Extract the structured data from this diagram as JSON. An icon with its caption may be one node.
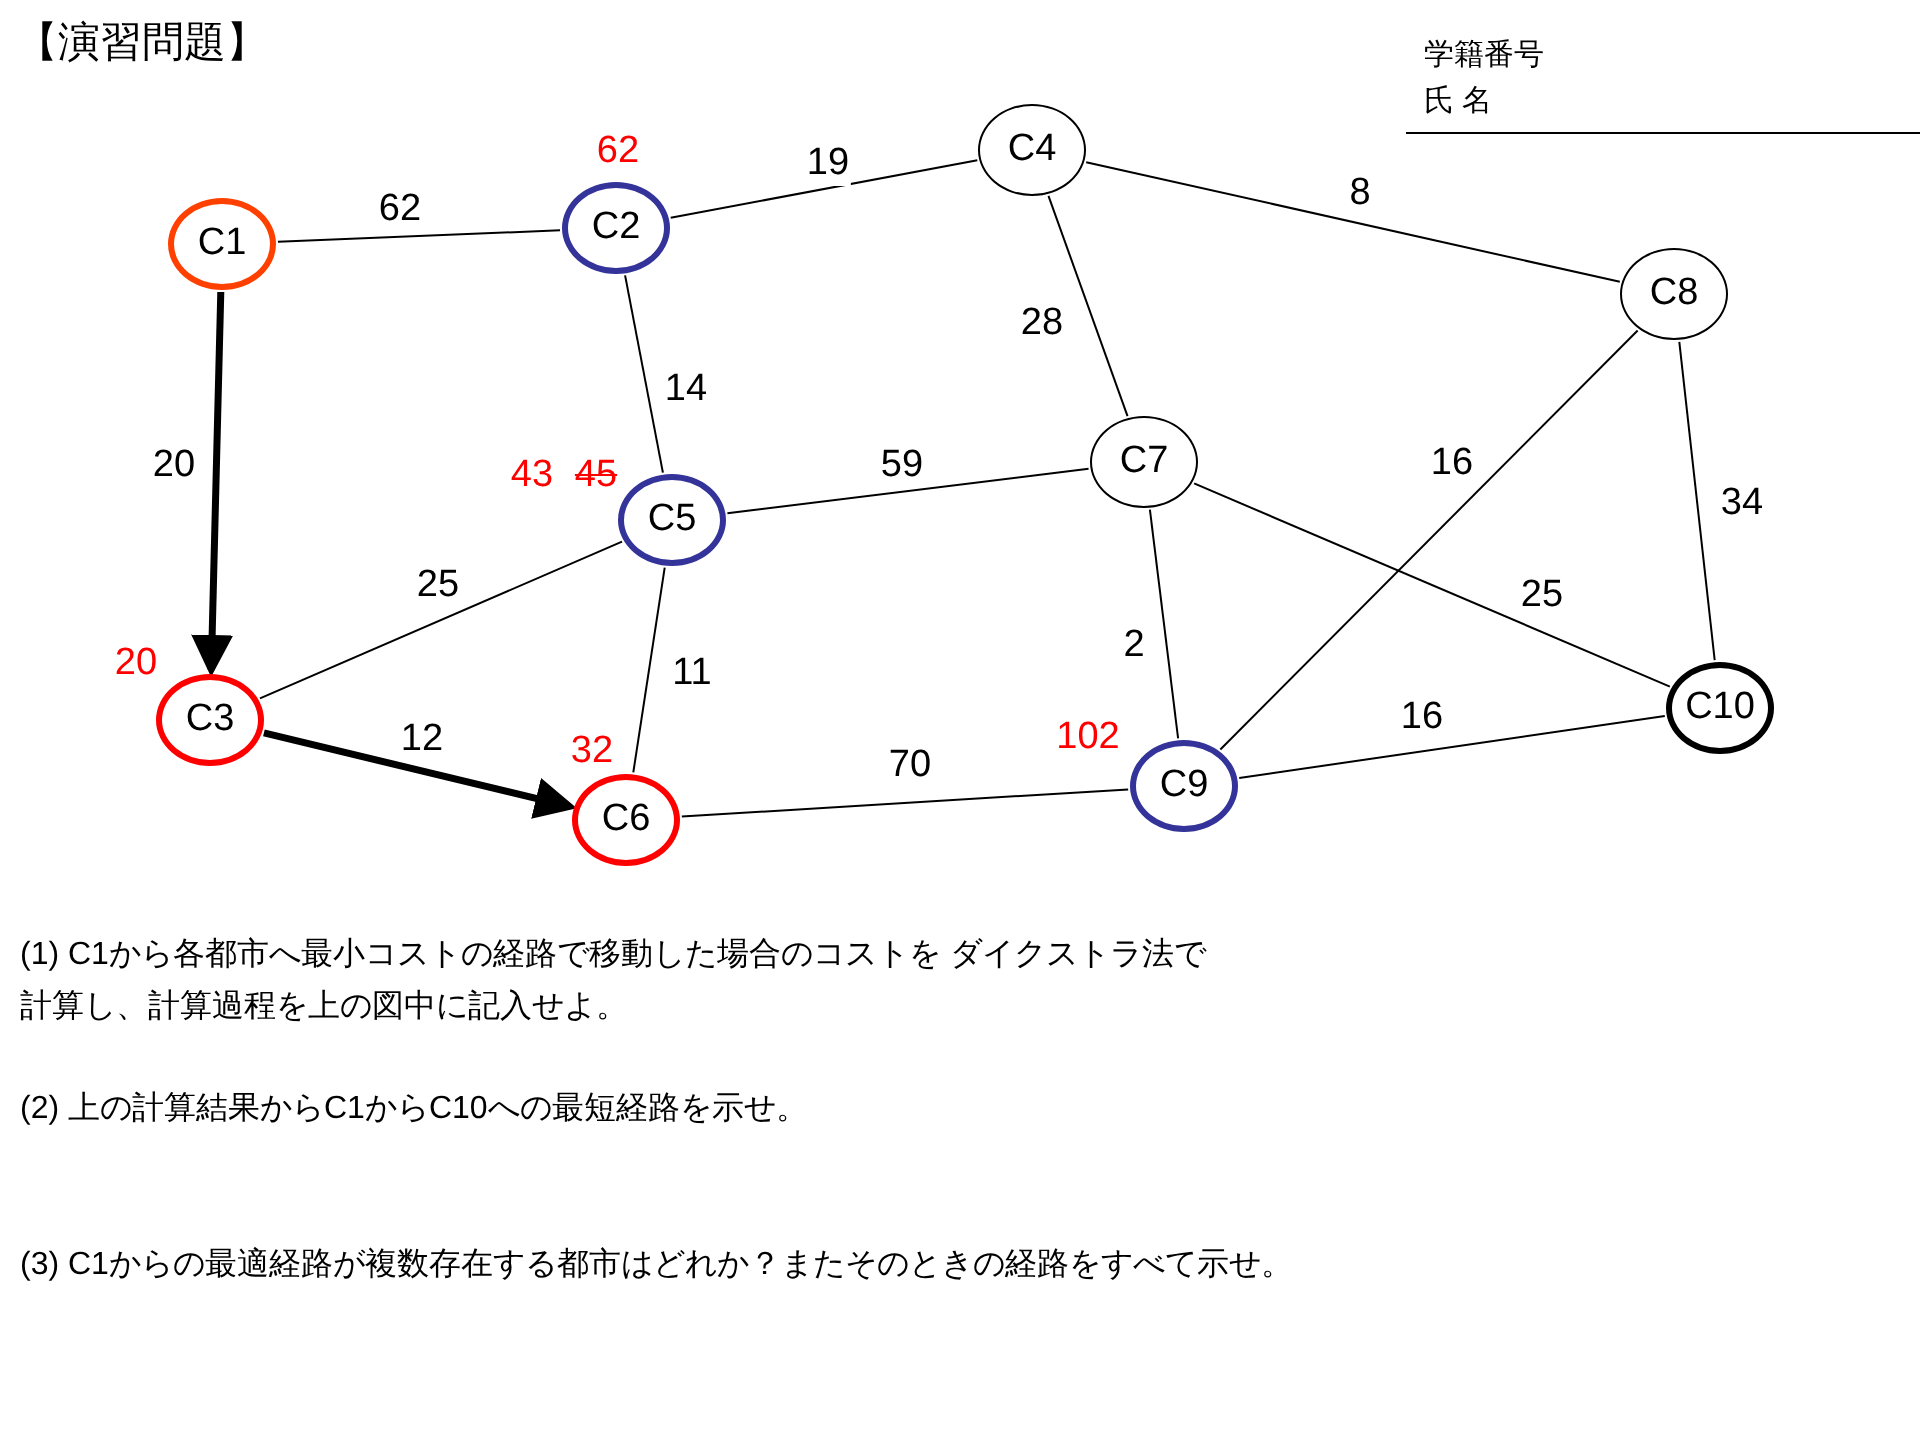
{
  "diagram": {
    "title": "【演習問題】",
    "nodes": [
      {
        "text": [
          "C1"
        ]
      },
      {
        "text": [
          "C2"
        ],
        "beside": [
          "62"
        ]
      },
      {
        "text": [
          "C3"
        ],
        "beside": [
          "20"
        ]
      },
      {
        "text": [
          "C4"
        ]
      },
      {
        "text": [
          "C5"
        ],
        "beside": [
          "43",
          "45"
        ]
      },
      {
        "text": [
          "C6"
        ],
        "beside": [
          "32"
        ]
      },
      {
        "text": [
          "C7"
        ]
      },
      {
        "text": [
          "C8"
        ]
      },
      {
        "text": [
          "C9"
        ],
        "beside": [
          "102"
        ]
      },
      {
        "text": [
          "C10"
        ]
      }
    ],
    "edges": [
      {
        "from": 0,
        "to": 1,
        "arrow": "none",
        "label": "62"
      },
      {
        "from": 0,
        "to": 2,
        "arrow": "to",
        "label": "20",
        "style": "thick"
      },
      {
        "from": 1,
        "to": 3,
        "arrow": "none",
        "label": "19"
      },
      {
        "from": 1,
        "to": 4,
        "arrow": "none",
        "label": "14"
      },
      {
        "from": 3,
        "to": 7,
        "arrow": "none",
        "label": "8"
      },
      {
        "from": 3,
        "to": 6,
        "arrow": "none",
        "label": "28"
      },
      {
        "from": 4,
        "to": 6,
        "arrow": "none",
        "label": "59"
      },
      {
        "from": 2,
        "to": 4,
        "arrow": "none",
        "label": "25"
      },
      {
        "from": 2,
        "to": 5,
        "arrow": "to",
        "label": "12",
        "style": "thick"
      },
      {
        "from": 4,
        "to": 5,
        "arrow": "none",
        "label": "11"
      },
      {
        "from": 5,
        "to": 8,
        "arrow": "none",
        "label": "70"
      },
      {
        "from": 6,
        "to": 8,
        "arrow": "none",
        "label": "2"
      },
      {
        "from": 6,
        "to": 9,
        "arrow": "none",
        "label": "25"
      },
      {
        "from": 7,
        "to": 8,
        "arrow": "none",
        "label": "16"
      },
      {
        "from": 7,
        "to": 9,
        "arrow": "none",
        "label": "34"
      },
      {
        "from": 8,
        "to": 9,
        "arrow": "none",
        "label": "16"
      }
    ],
    "labels": [
      "学籍番号",
      "氏 名",
      "(1) C1から各都市へ最小コストの経路で移動した場合のコストを ダイクストラ法で計算し、計算過程を上の図中に記入せよ。",
      "(2) 上の計算結果からC1からC10への最短経路を示せ。",
      "(3) C1からの最適経路が複数存在する都市はどれか？またそのときの経路をすべて示せ。"
    ]
  }
}
